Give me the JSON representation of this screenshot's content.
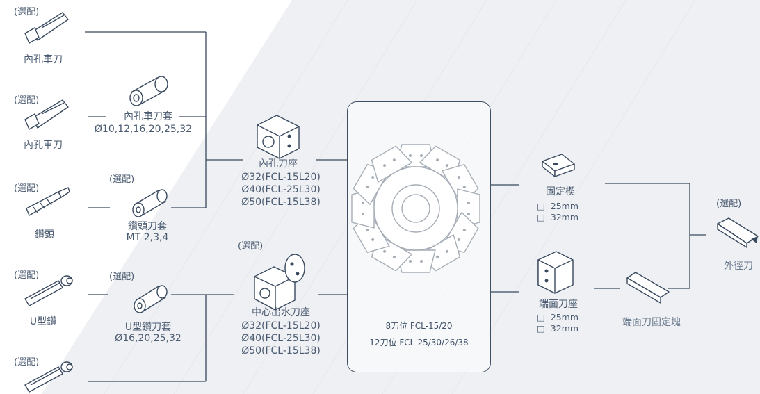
{
  "optional": "(選配)",
  "items": {
    "boring_bar_1": "內孔車刀",
    "boring_bar_2": "內孔車刀",
    "boring_sleeve": "內孔車刀套",
    "boring_sleeve_sizes": "Ø10,12,16,20,25,32",
    "drill": "鑽頭",
    "drill_sleeve": "鑽頭刀套",
    "drill_sleeve_sizes": "MT 2,3,4",
    "u_drill": "U型鑽",
    "u_drill_sleeve": "U型鑽刀套",
    "u_drill_sleeve_sizes": "Ø16,20,25,32",
    "id_holder": "內孔刀座",
    "id_holder_specs": [
      "Ø32(FCL-15L20)",
      "Ø40(FCL-25L30)",
      "Ø50(FCL-15L38)"
    ],
    "coolant_holder": "中心出水刀座",
    "coolant_holder_specs": [
      "Ø32(FCL-15L20)",
      "Ø40(FCL-25L30)",
      "Ø50(FCL-15L38)"
    ],
    "fixed_wedge": "固定楔",
    "fixed_wedge_sizes": [
      "□  25mm",
      "□  32mm"
    ],
    "face_holder": "端面刀座",
    "face_holder_sizes": [
      "□  25mm",
      "□  32mm"
    ],
    "face_block": "端面刀固定塊",
    "od_tool": "外徑刀"
  },
  "turret": {
    "line1": "8刀位 FCL-15/20",
    "line2": "12刀位 FCL-25/30/26/38"
  }
}
